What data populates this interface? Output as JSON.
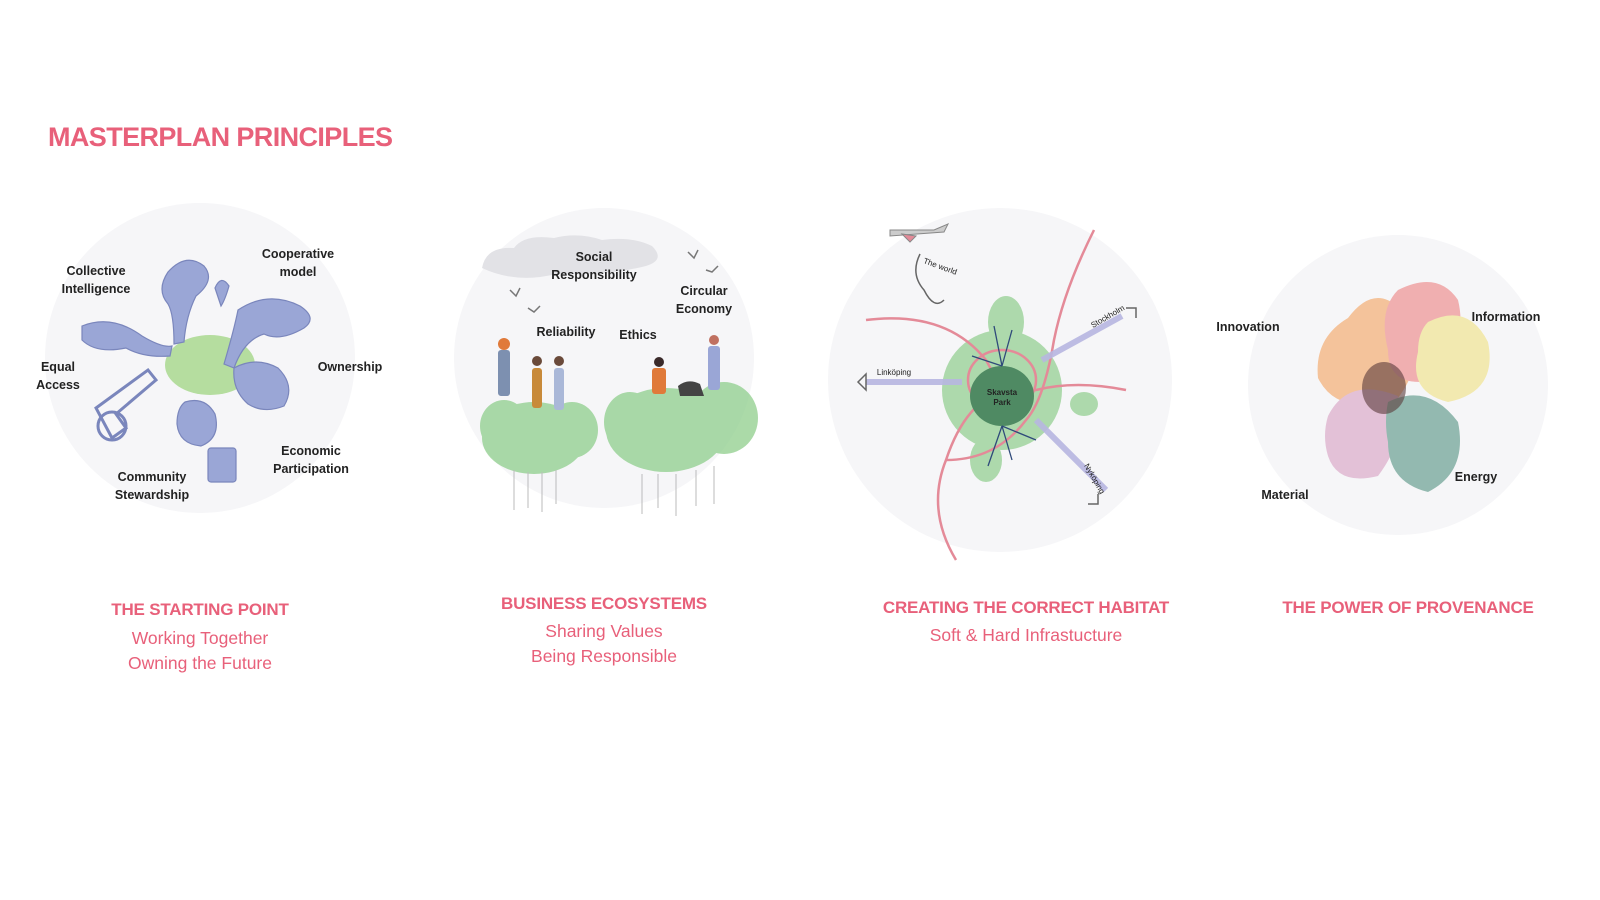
{
  "page": {
    "title": "MASTERPLAN PRINCIPLES"
  },
  "panels": [
    {
      "heading": "THE STARTING POINT",
      "lines": [
        "Working Together",
        "Owning the Future"
      ],
      "labels": {
        "collective": "Collective\nIntelligence",
        "cooperative": "Cooperative\nmodel",
        "equal": "Equal\nAccess",
        "ownership": "Ownership",
        "economic": "Economic\nParticipation",
        "community": "Community\nStewardship"
      }
    },
    {
      "heading": "BUSINESS ECOSYSTEMS",
      "lines": [
        "Sharing Values",
        "Being Responsible"
      ],
      "labels": {
        "social": "Social\nResponsibility",
        "circular": "Circular\nEconomy",
        "reliability": "Reliability",
        "ethics": "Ethics"
      }
    },
    {
      "heading": "CREATING THE CORRECT HABITAT",
      "lines": [
        "Soft & Hard Infrastucture"
      ],
      "labels": {
        "world": "The world",
        "stockholm": "Stockholm",
        "linkoping": "Linköping",
        "nykoping": "Nyköping",
        "park": "Skavsta\nPark"
      }
    },
    {
      "heading": "THE POWER OF PROVENANCE",
      "lines": [],
      "labels": {
        "innovation": "Innovation",
        "information": "Information",
        "material": "Material",
        "energy": "Energy"
      }
    }
  ],
  "colors": {
    "accent": "#e8607a",
    "figure_blue": "#9aa6d6",
    "tree_green": "#8fce8c",
    "rail_purple": "#b7b6e0",
    "road_pink": "#e48a98"
  }
}
